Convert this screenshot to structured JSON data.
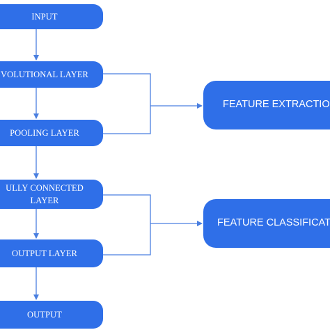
{
  "diagram": {
    "layer_nodes": [
      {
        "id": "input",
        "label": "INPUT"
      },
      {
        "id": "convolutional-layer",
        "label": "VOLUTIONAL LAYER"
      },
      {
        "id": "pooling-layer",
        "label": "POOLING LAYER"
      },
      {
        "id": "fully-connected-layer",
        "label_line1": "ULLY CONNECTED",
        "label_line2": "LAYER"
      },
      {
        "id": "output-layer",
        "label": "OUTPUT LAYER"
      },
      {
        "id": "output",
        "label": "OUTPUT"
      }
    ],
    "stage_nodes": [
      {
        "id": "feature-extraction",
        "label": "FEATURE EXTRACTIO"
      },
      {
        "id": "feature-classification",
        "label": "FEATURE CLASSIFICATI"
      }
    ],
    "colors": {
      "node_fill": "#2f6fe8",
      "node_text": "#ffffff",
      "connector": "#4a7fe0"
    }
  }
}
